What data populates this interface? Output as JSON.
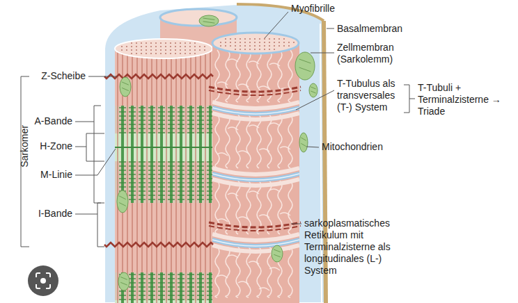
{
  "diagram": {
    "labels": [
      "Myofibrille",
      "Basalmembran",
      "Zellmembran (Sarkolemm)",
      "T-Tubulus als transversales (T-) System",
      "T-Tubuli + Terminalzisterne → Triade",
      "Mitochondrien",
      "sarkoplasmatisches Retikulum mit Terminalzisterne als longitudinales (L-) System",
      "Z-Scheibe",
      "A-Bande",
      "H-Zone",
      "M-Linie",
      "I-Bande",
      "Sarkomer"
    ]
  }
}
